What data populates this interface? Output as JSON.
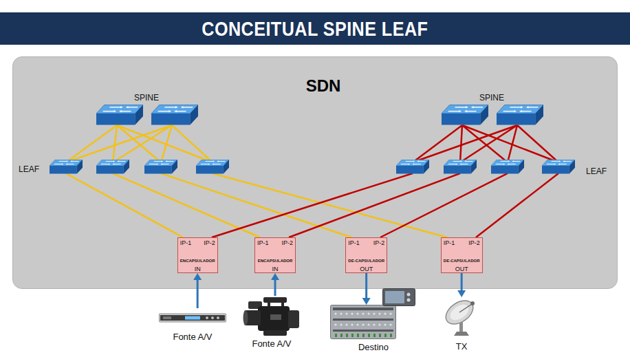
{
  "diagram": {
    "title": "CONCEITUAL SPINE LEAF",
    "nodes": [
      {
        "text": [
          "SDN"
        ]
      },
      {
        "text": [
          "IP-1",
          "IP-2",
          "ENCAPSULADOR",
          "IN"
        ],
        "in": 0
      },
      {
        "text": [
          "IP-1",
          "IP-2",
          "ENCAPSULADOR",
          "IN"
        ],
        "in": 0
      },
      {
        "text": [
          "IP-1",
          "IP-2",
          "DE-CAPSULADOR",
          "OUT"
        ],
        "in": 0
      },
      {
        "text": [
          "IP-1",
          "IP-2",
          "DE-CAPSULADOR",
          "OUT"
        ],
        "in": 0
      },
      {
        "text": [
          "Fonte A/V"
        ]
      },
      {
        "text": [
          "Fonte A/V"
        ]
      },
      {
        "text": [
          "Destino"
        ]
      },
      {
        "text": [
          "TX"
        ]
      }
    ],
    "edges": [
      {
        "from": 5,
        "to": 1,
        "arrow": "to"
      },
      {
        "from": 6,
        "to": 2,
        "arrow": "to"
      },
      {
        "from": 3,
        "to": 7,
        "arrow": "to"
      },
      {
        "from": 4,
        "to": 8,
        "arrow": "to"
      }
    ],
    "labels": [
      "SPINE",
      "SPINE",
      "LEAF",
      "LEAF"
    ]
  }
}
